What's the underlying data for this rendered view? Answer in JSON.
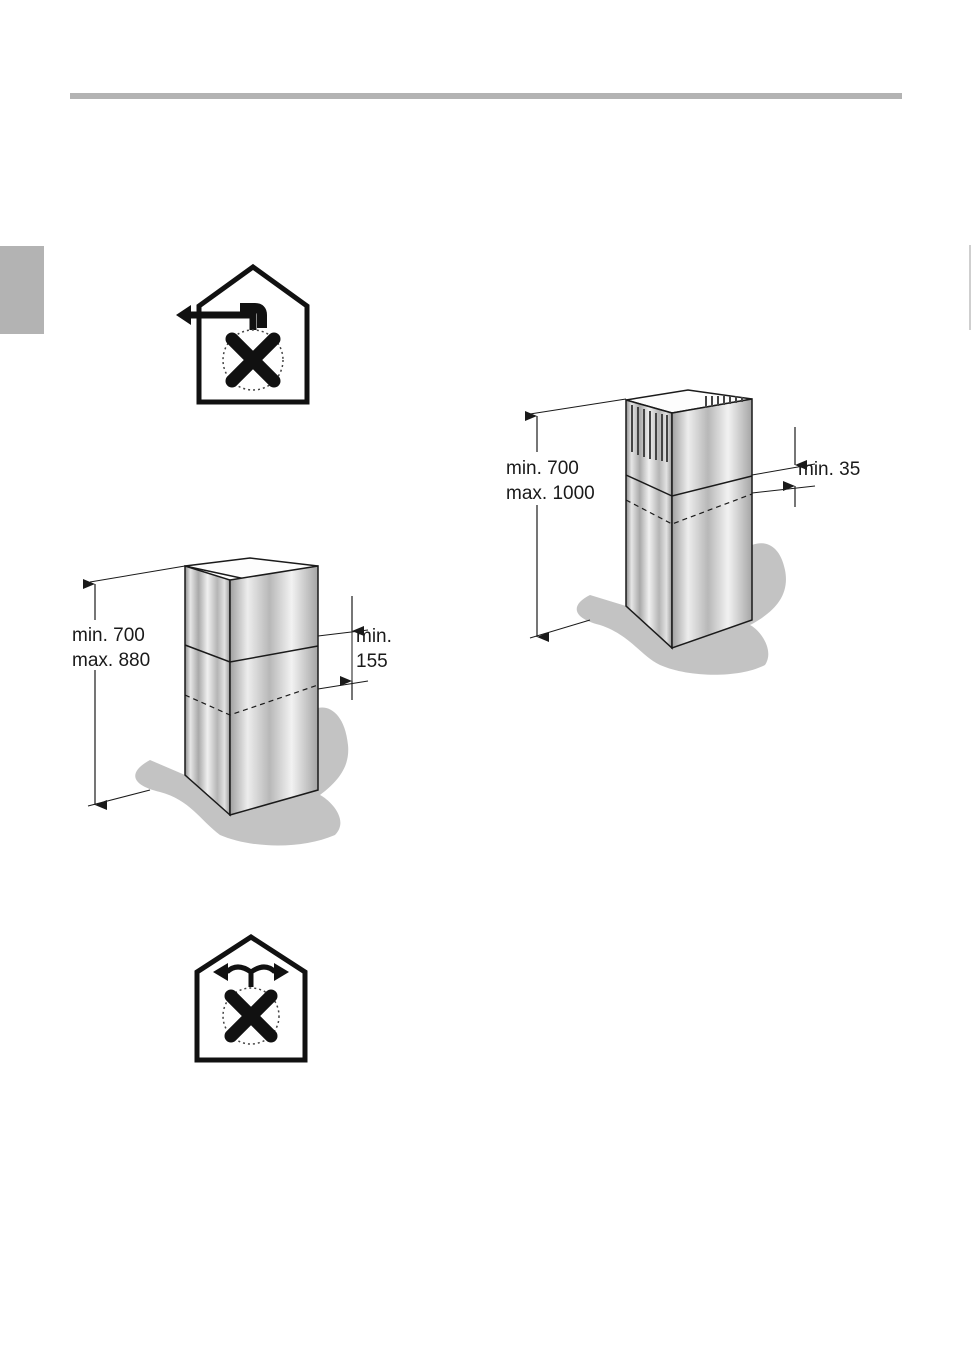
{
  "figure_1": {
    "label_min": "min. 700",
    "label_max": "max. 880",
    "overlap_line1": "min.",
    "overlap_line2": "155"
  },
  "figure_2": {
    "label_min": "min. 700",
    "label_max": "max. 1000",
    "overlap": "min. 35"
  },
  "icons": {
    "top": "exhaust-air-mode-icon",
    "bottom": "recirculation-mode-icon"
  },
  "colors": {
    "rule": "#b3b3b3",
    "line": "#1a1a1a"
  }
}
